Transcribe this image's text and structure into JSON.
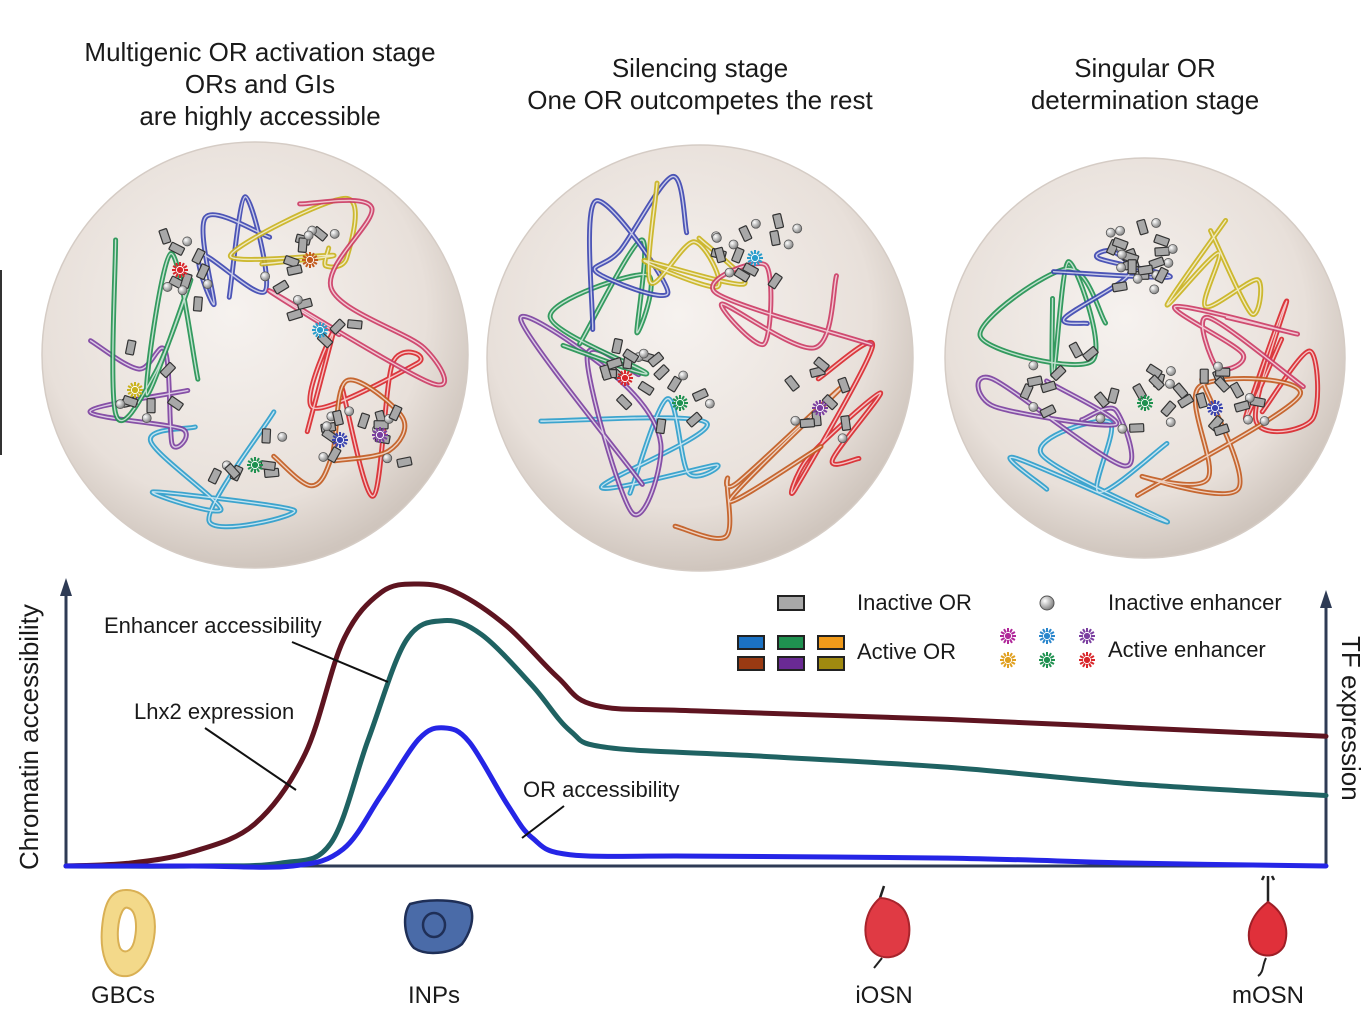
{
  "stages": [
    {
      "lines": [
        "Multigenic OR activation stage",
        "ORs and GIs",
        "are highly accessible"
      ]
    },
    {
      "lines": [
        "Silencing stage",
        "One OR outcompetes the rest"
      ]
    },
    {
      "lines": [
        "Singular OR",
        "determination stage"
      ]
    }
  ],
  "chart_data": {
    "type": "line",
    "ylabel_left": "Chromatin accessibility",
    "ylabel_right": "TF expression",
    "stages_x": [
      "GBCs",
      "INPs",
      "iOSN",
      "mOSN"
    ],
    "series": [
      {
        "name": "Lhx2 expression",
        "color": "#5e1420",
        "points": [
          [
            0,
            0.0
          ],
          [
            0.05,
            0.01
          ],
          [
            0.1,
            0.05
          ],
          [
            0.15,
            0.15
          ],
          [
            0.19,
            0.4
          ],
          [
            0.22,
            0.8
          ],
          [
            0.25,
            0.97
          ],
          [
            0.28,
            1.0
          ],
          [
            0.31,
            0.97
          ],
          [
            0.35,
            0.85
          ],
          [
            0.39,
            0.67
          ],
          [
            0.42,
            0.57
          ],
          [
            0.5,
            0.55
          ],
          [
            0.7,
            0.52
          ],
          [
            0.85,
            0.49
          ],
          [
            1.0,
            0.46
          ]
        ]
      },
      {
        "name": "Enhancer accessibility",
        "color": "#1f6262",
        "points": [
          [
            0,
            0.0
          ],
          [
            0.1,
            0.0
          ],
          [
            0.17,
            0.01
          ],
          [
            0.21,
            0.08
          ],
          [
            0.24,
            0.45
          ],
          [
            0.27,
            0.8
          ],
          [
            0.3,
            0.87
          ],
          [
            0.33,
            0.82
          ],
          [
            0.37,
            0.64
          ],
          [
            0.4,
            0.48
          ],
          [
            0.43,
            0.42
          ],
          [
            0.55,
            0.39
          ],
          [
            0.7,
            0.35
          ],
          [
            0.85,
            0.29
          ],
          [
            1.0,
            0.25
          ]
        ]
      },
      {
        "name": "OR accessibility",
        "color": "#2525e6",
        "points": [
          [
            0,
            0.0
          ],
          [
            0.1,
            0.0
          ],
          [
            0.18,
            0.0
          ],
          [
            0.22,
            0.06
          ],
          [
            0.25,
            0.25
          ],
          [
            0.28,
            0.45
          ],
          [
            0.3,
            0.49
          ],
          [
            0.32,
            0.44
          ],
          [
            0.35,
            0.22
          ],
          [
            0.37,
            0.1
          ],
          [
            0.4,
            0.04
          ],
          [
            0.5,
            0.035
          ],
          [
            0.7,
            0.028
          ],
          [
            0.85,
            0.01
          ],
          [
            1.0,
            0.0
          ]
        ]
      }
    ]
  },
  "annotations": {
    "enhancer": "Enhancer accessibility",
    "lhx2": "Lhx2 expression",
    "or": "OR accessibility"
  },
  "legend": {
    "inactive_or": "Inactive OR",
    "active_or": "Active OR",
    "inactive_enhancer": "Inactive enhancer",
    "active_enhancer": "Active enhancer"
  },
  "colors": {
    "red": "#d9262b",
    "orange": "#c25a1e",
    "cyan": "#2a9dcc",
    "purple": "#7b3fa0",
    "green": "#1f9150",
    "blue": "#3a44b0",
    "yellow": "#c9b21c",
    "pink": "#cc3a64",
    "or_inactive": "#a8a8a8",
    "sphere": "#ece6e2"
  },
  "cells": [
    {
      "label": "GBCs"
    },
    {
      "label": "INPs"
    },
    {
      "label": "iOSN"
    },
    {
      "label": "mOSN"
    }
  ]
}
